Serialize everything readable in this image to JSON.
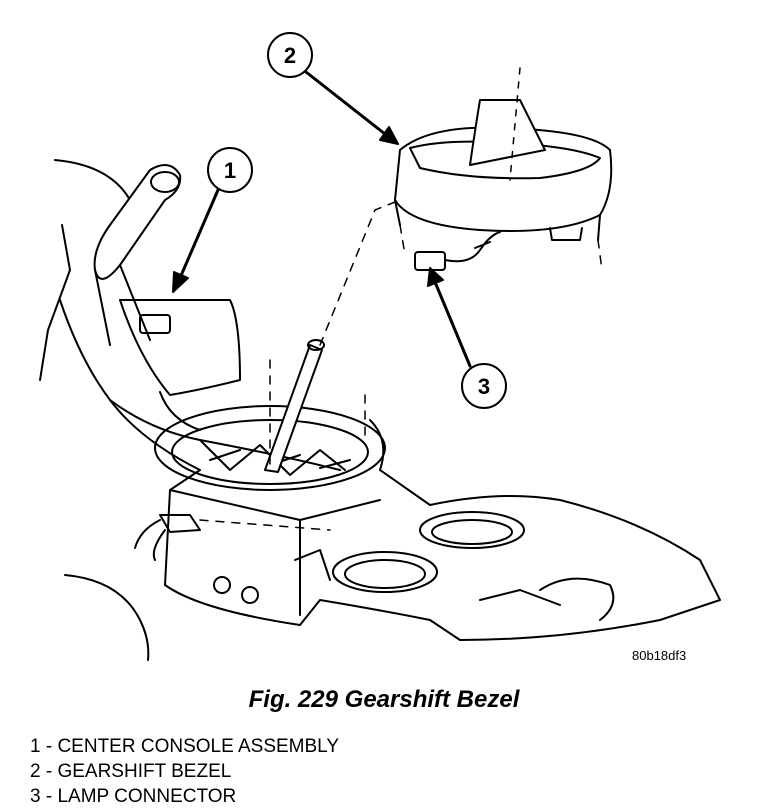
{
  "figure": {
    "title": "Fig. 229 Gearshift Bezel",
    "reference_code": "80b18df3"
  },
  "callouts": [
    {
      "number": "1"
    },
    {
      "number": "2"
    },
    {
      "number": "3"
    }
  ],
  "legend": [
    "1 - CENTER CONSOLE ASSEMBLY",
    "2 - GEARSHIFT BEZEL",
    "3 - LAMP CONNECTOR"
  ]
}
